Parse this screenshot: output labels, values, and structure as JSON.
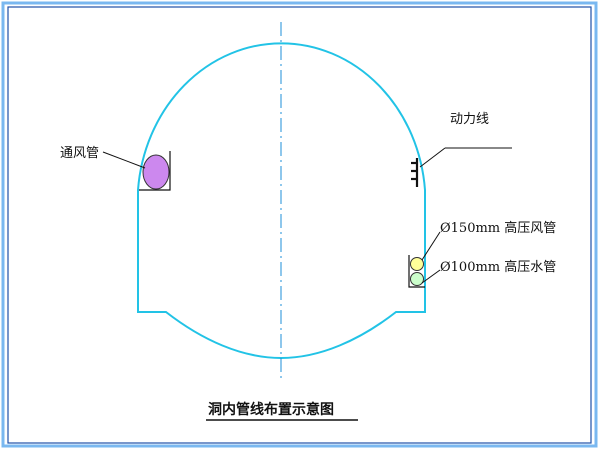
{
  "title": "洞内管线布置示意图",
  "labels": {
    "vent_pipe": "通风管",
    "power_line": "动力线",
    "air_pipe": "Ø150mm 高压风管",
    "water_pipe": "Ø100mm 高压水管"
  },
  "colors": {
    "frame_outer": "#7ab8f0",
    "frame_inner": "#1f4fa8",
    "tunnel_outline": "#22c3e6",
    "centerline": "#1e8fd8",
    "vent_fill": "#cc88ee",
    "air_pipe_fill": "#ffff99",
    "water_pipe_fill": "#ccffcc",
    "leader": "#111111"
  },
  "icons": {
    "vent_pipe": "circle-pipe-icon",
    "air_pipe": "circle-pipe-icon",
    "water_pipe": "circle-pipe-icon",
    "power_line": "cable-bracket-icon"
  }
}
